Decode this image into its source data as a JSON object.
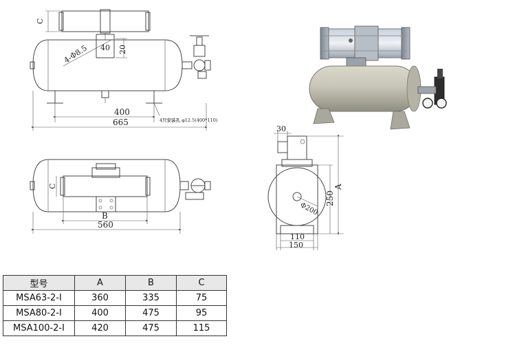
{
  "drawing": {
    "top_view": {
      "label_c": "C",
      "label_40": "40",
      "label_20": "20",
      "hole_label": "4-Φ8.5",
      "dim_400": "400",
      "dim_665": "665",
      "note": "4只安装孔 φ12.5(400*110)"
    },
    "plan_view": {
      "label_c": "C",
      "label_b": "B",
      "dim_560": "560"
    },
    "side_view": {
      "dim_30": "30",
      "label_a": "A",
      "dim_250": "250",
      "dia_200": "Φ200",
      "dim_110": "110",
      "dim_150": "150"
    }
  },
  "spec_table": {
    "headers": [
      "型号",
      "A",
      "B",
      "C"
    ],
    "rows": [
      [
        "MSA63-2-I",
        "360",
        "335",
        "75"
      ],
      [
        "MSA80-2-I",
        "400",
        "475",
        "95"
      ],
      [
        "MSA100-2-I",
        "420",
        "475",
        "115"
      ]
    ]
  }
}
